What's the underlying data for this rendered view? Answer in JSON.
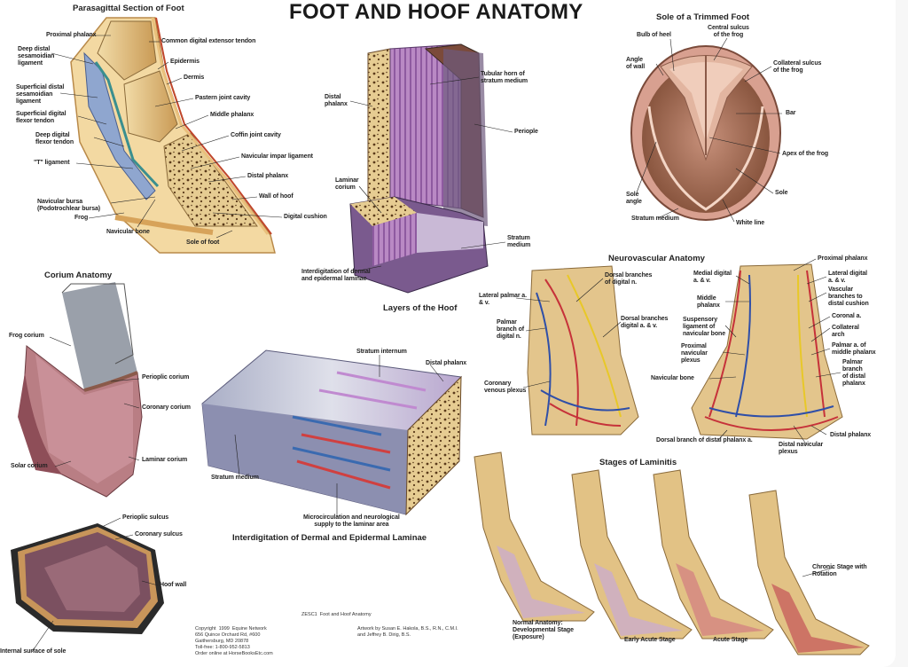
{
  "title": "FOOT AND HOOF ANATOMY",
  "sections": {
    "parasagittal": "Parasagittal Section of Foot",
    "sole": "Sole of a Trimmed Foot",
    "corium": "Corium Anatomy",
    "layers": "Layers of the Hoof",
    "neurovascular": "Neurovascular Anatomy",
    "interdigitation": "Interdigitation of Dermal and Epidermal Laminae",
    "laminitis": "Stages of Laminitis"
  },
  "parasagittal_labels": {
    "proximal_phalanx": "Proximal phalanx",
    "common_digital_extensor": "Common digital extensor tendon",
    "deep_distal_sesamoidian": "Deep distal\nsesamoidian\nligament",
    "epidermis": "Epidermis",
    "dermis": "Dermis",
    "superficial_distal_sesamoidian": "Superficial distal\nsesamoidian\nligament",
    "pastern_joint_cavity": "Pastern joint cavity",
    "superficial_digital_flexor": "Superficial digital\nflexor tendon",
    "middle_phalanx": "Middle phalanx",
    "deep_digital_flexor": "Deep digital\nflexor tendon",
    "coffin_joint_cavity": "Coffin joint cavity",
    "t_ligament": "\"T\" ligament",
    "navicular_impar": "Navicular impar ligament",
    "distal_phalanx": "Distal phalanx",
    "wall_of_hoof": "Wall of hoof",
    "navicular_bursa": "Navicular bursa\n(Podotrochlear bursa)",
    "frog": "Frog",
    "digital_cushion": "Digital cushion",
    "navicular_bone": "Navicular bone",
    "sole_of_foot": "Sole of foot"
  },
  "sole_labels": {
    "bulb_of_heel": "Bulb of heel",
    "central_sulcus": "Central sulcus\nof the frog",
    "angle_of_wall": "Angle\nof wall",
    "collateral_sulcus": "Collateral sulcus\nof the frog",
    "bar": "Bar",
    "apex_of_frog": "Apex of the frog",
    "sole": "Sole",
    "sole_angle": "Sole\nangle",
    "stratum_medium": "Stratum medium",
    "white_line": "White line"
  },
  "layers_labels": {
    "distal_phalanx": "Distal\nphalanx",
    "tubular_horn": "Tubular horn of\nstratum medium",
    "periople": "Periople",
    "laminar_corium": "Laminar\ncorium",
    "stratum_medium": "Stratum\nmedium",
    "interdigitation": "Interdigitation of dermal\nand epidermal laminae"
  },
  "corium_labels": {
    "frog_corium": "Frog corium",
    "perioplic_corium": "Perioplic corium",
    "coronary_corium": "Coronary corium",
    "laminar_corium": "Laminar corium",
    "solar_corium": "Solar corium",
    "perioplic_sulcus": "Perioplic sulcus",
    "coronary_sulcus": "Coronary sulcus",
    "hoof_wall": "Hoof wall",
    "internal_surface_of_sole": "Internal surface of sole"
  },
  "interdigitation_labels": {
    "stratum_internum": "Stratum internum",
    "distal_phalanx": "Distal phalanx",
    "stratum_medium": "Stratum medium",
    "microcirculation": "Microcirculation and neurological\nsupply to the laminar area"
  },
  "neuro_labels": {
    "lateral_palmar": "Lateral palmar a.\n& v.",
    "dorsal_branches_n": "Dorsal branches\nof digital n.",
    "palmar_branch": "Palmar\nbranch of\ndigital n.",
    "dorsal_branches_av": "Dorsal branches\ndigital a. & v.",
    "coronary_venous": "Coronary\nvenous plexus",
    "medial_digital": "Medial digital\na. & v.",
    "proximal_phalanx": "Proximal phalanx",
    "lateral_digital": "Lateral digital\na. & v.",
    "middle_phalanx": "Middle\nphalanx",
    "vascular_branches": "Vascular\nbranches to\ndistal cushion",
    "suspensory_ligament": "Suspensory\nligament of\nnavicular bone",
    "coronal_a": "Coronal a.",
    "collateral_arch": "Collateral\narch",
    "proximal_navicular": "Proximal\nnavicular\nplexus",
    "palmar_middle": "Palmar a. of\nmiddle phalanx",
    "navicular_bone": "Navicular bone",
    "palmar_branch_distal": "Palmar\nbranch\nof distal\nphalanx",
    "distal_phalanx": "Distal phalanx",
    "dorsal_branch_distal": "Dorsal branch of distal phalanx a.",
    "distal_navicular": "Distal navicular\nplexus"
  },
  "laminitis_labels": {
    "normal": "Normal Anatomy:\nDevelopmental Stage\n(Exposure)",
    "early_acute": "Early Acute Stage",
    "acute": "Acute Stage",
    "chronic": "Chronic Stage with\nRotation"
  },
  "footer": {
    "code": "ZESC1  Foot and Hoof Anatomy",
    "copyright": "Copyright  1999  Equine Network\n656 Quince Orchard Rd, #600\nGaithersburg, MD 20878\nToll-free: 1-800-952-5813\nOrder online at HorseBooksEtc.com",
    "artwork": "Artwork by Susan E. Hakola, B.S., R.N., C.M.I.\nand Jeffrey B. Dirig, B.S."
  },
  "colors": {
    "bone": "#e8cf95",
    "bone_dark": "#b98c4a",
    "hoof_purple": "#9b6aa8",
    "corium_pink": "#b56a6e",
    "sole_brown": "#8a5138",
    "artery": "#c6323a",
    "vein": "#2f4fa8",
    "nerve": "#e8c828",
    "background": "#ffffff"
  }
}
